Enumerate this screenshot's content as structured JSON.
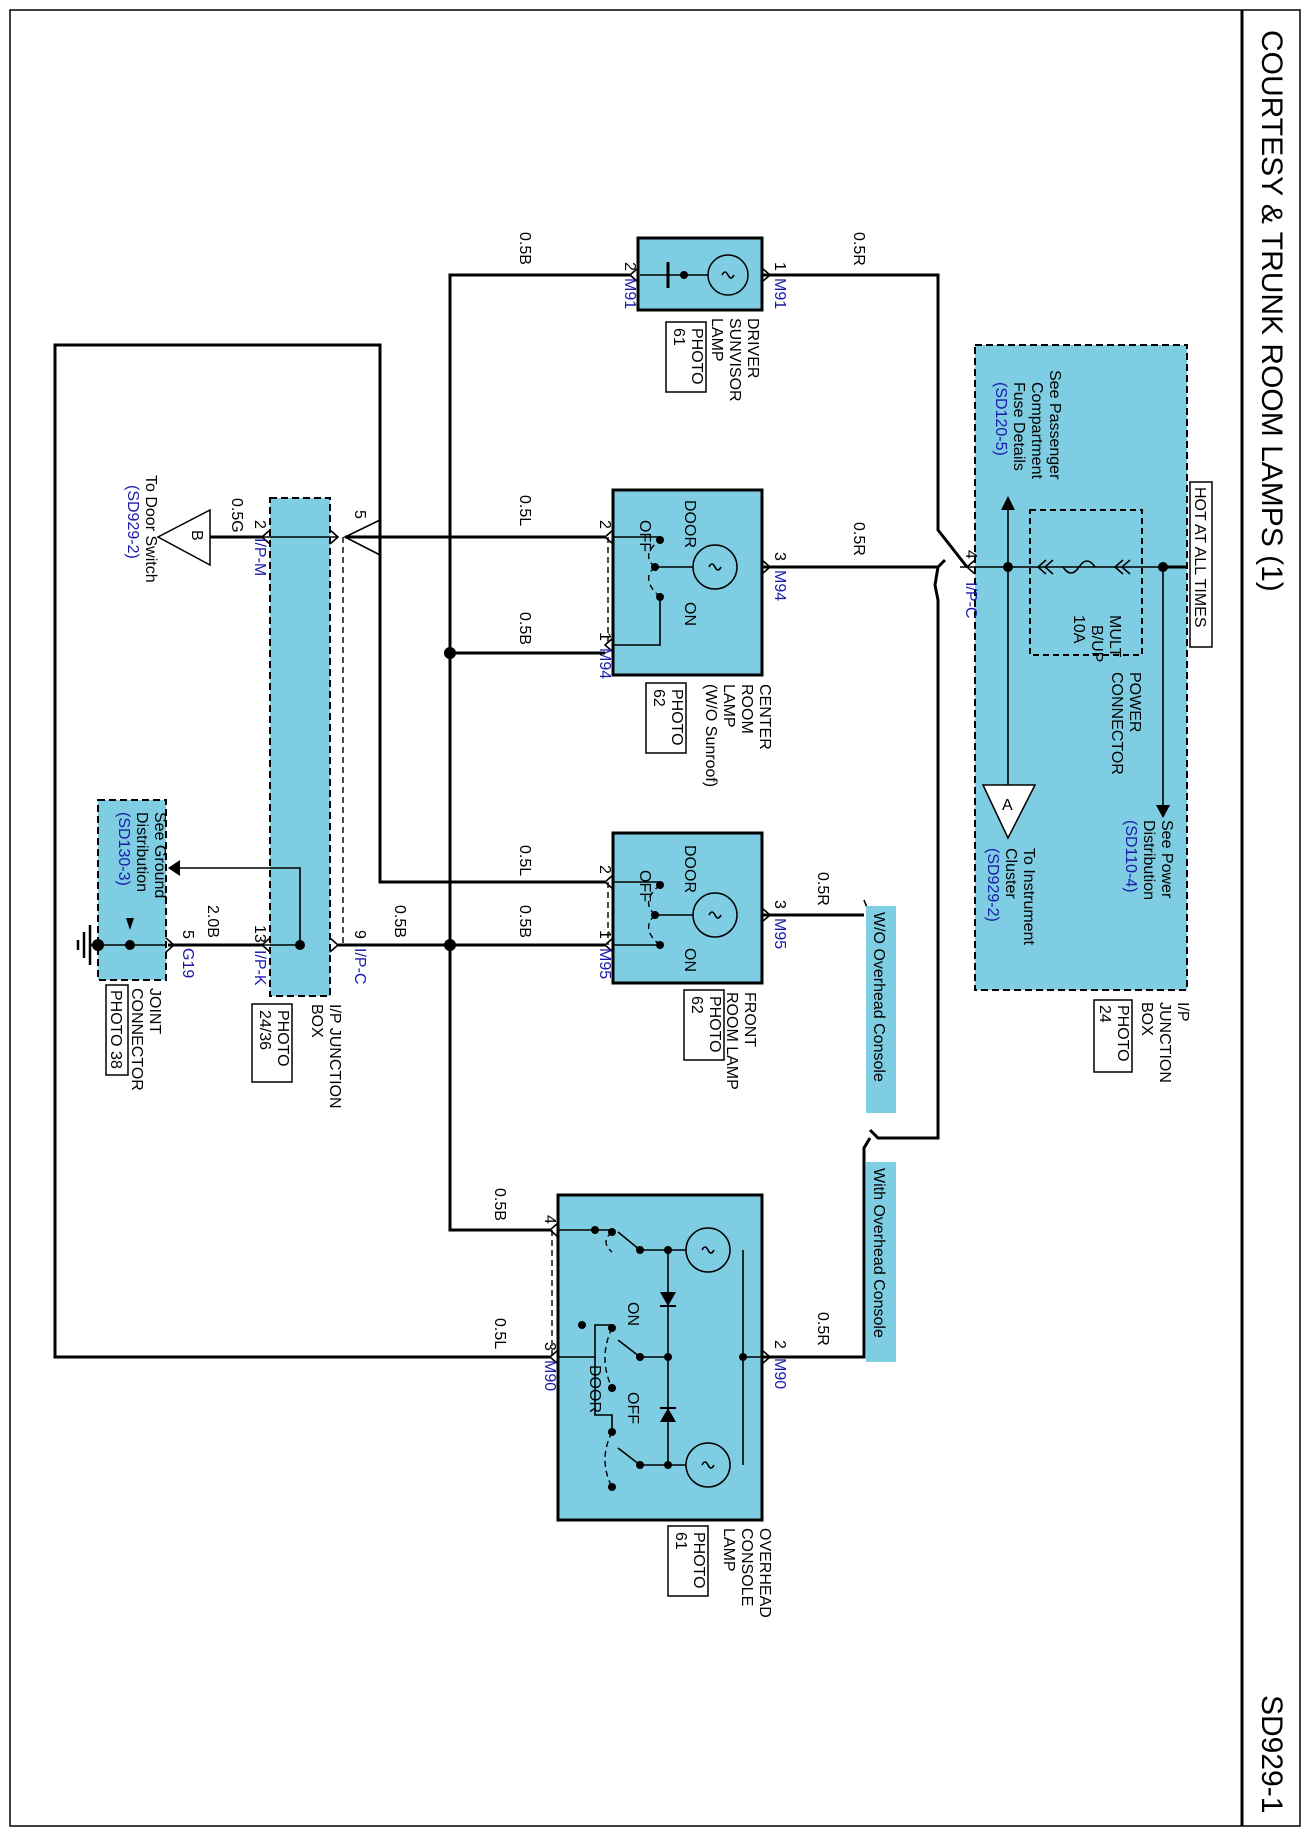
{
  "title": "COURTESY & TRUNK ROOM LAMPS (1)",
  "page_id": "SD929-1",
  "hot_label": "HOT AT ALL TIMES",
  "fuse": {
    "line1": "MULT",
    "line2": "B/UP",
    "line3": "10A"
  },
  "power_connector": {
    "line1": "POWER",
    "line2": "CONNECTOR"
  },
  "ip_junction_box": {
    "line1": "I/P",
    "line2": "JUNCTION",
    "line3": "BOX",
    "photo1": "PHOTO",
    "photo2": "24"
  },
  "see_power": {
    "line1": "See Power",
    "line2": "Distribution",
    "ref": "(SD110-4)"
  },
  "see_passenger": {
    "line1": "See Passenger",
    "line2": "Compartment",
    "line3": "Fuse Details",
    "ref": "(SD120-5)"
  },
  "instrument_cluster": {
    "letter": "A",
    "line1": "To Instrument",
    "line2": "Cluster",
    "ref": "(SD929-2)"
  },
  "driver_lamp": {
    "line1": "DRIVER",
    "line2": "SUNVISOR",
    "line3": "LAMP",
    "photo1": "PHOTO",
    "photo2": "61",
    "connector": "M91",
    "pin_a": "1",
    "pin_b": "2"
  },
  "center_lamp": {
    "line1": "CENTER",
    "line2": "ROOM",
    "line3": "LAMP",
    "line4": "(W/O Sunroof)",
    "photo1": "PHOTO",
    "photo2": "62",
    "connector": "M94",
    "pin_a": "3",
    "pin_b": "2",
    "pin_c": "1"
  },
  "front_lamp": {
    "line1": "FRONT",
    "line2": "ROOM LAMP",
    "photo1": "PHOTO",
    "photo2": "62",
    "connector": "M95",
    "pin_a": "3",
    "pin_b": "2",
    "pin_c": "1"
  },
  "overhead_lamp": {
    "line1": "OVERHEAD",
    "line2": "CONSOLE",
    "line3": "LAMP",
    "photo1": "PHOTO",
    "photo2": "61",
    "connector": "M90",
    "pin_a": "2",
    "pin_b": "4",
    "pin_c": "3"
  },
  "switch": {
    "door": "DOOR",
    "off": "OFF",
    "on": "ON"
  },
  "ip_c": {
    "connector": "I/P-C",
    "pin4": "4",
    "pin9": "9"
  },
  "ip_m": {
    "connector": "I/P-M",
    "pin": "2"
  },
  "ip_k": {
    "connector": "I/P-K",
    "pin": "13"
  },
  "ip_junction_box2": {
    "line1": "I/P JUNCTION",
    "line2": "BOX",
    "photo1": "PHOTO",
    "photo2": "24/36"
  },
  "pin5": "5",
  "g19": {
    "connector": "G19",
    "pin": "5"
  },
  "joint_connector": {
    "line1": "JOINT",
    "line2": "CONNECTOR",
    "photo": "PHOTO 38"
  },
  "see_ground": {
    "line1": "See Ground",
    "line2": "Distribution",
    "ref": "(SD130-3)"
  },
  "door_switch": {
    "letter": "B",
    "line1": "To Door Switch",
    "ref": "(SD929-2)"
  },
  "wires": {
    "r": "0.5R",
    "b": "0.5B",
    "l": "0.5L",
    "g": "0.5G",
    "b2": "2.0B"
  },
  "option_wo": "W/O Overhead Console",
  "option_with": "With Overhead Console",
  "colors": {
    "component_fill": "#7fcde2",
    "ref_text": "#1a1aaa"
  }
}
